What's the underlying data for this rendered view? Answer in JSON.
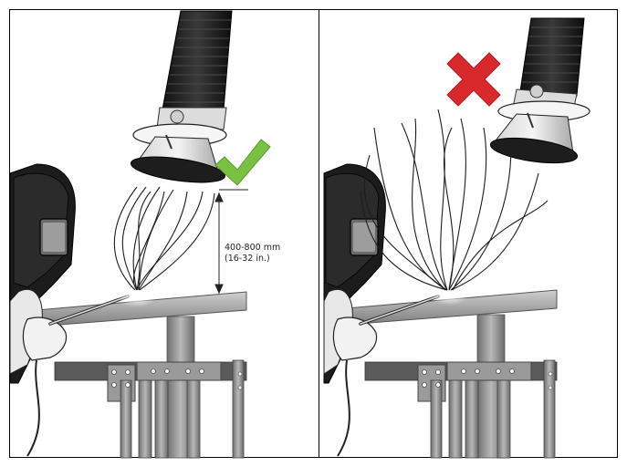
{
  "panels": [
    {
      "id": "correct",
      "status": "correct",
      "status_icon": "check-mark-icon",
      "distance_label_mm": "400-800 mm",
      "distance_label_in": "(16-32 in.)"
    },
    {
      "id": "incorrect",
      "status": "incorrect",
      "status_icon": "cross-mark-icon"
    }
  ],
  "colors": {
    "check": "#7ac143",
    "cross": "#d9272e",
    "panel_border": "#000000",
    "hose": "#1b1b1b",
    "table": "#9a9a9a"
  }
}
